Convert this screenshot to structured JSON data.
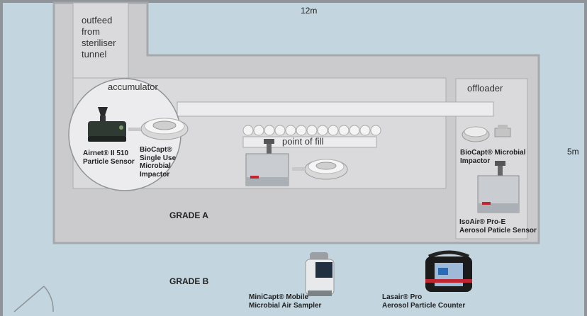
{
  "dimensions": {
    "width_label": "12m",
    "height_label": "5m"
  },
  "zones": {
    "grade_a": "GRADE A",
    "grade_b": "GRADE B",
    "outfeed": [
      "outfeed",
      "from",
      "steriliser",
      "tunnel"
    ],
    "accumulator": "accumulator",
    "offloader": "offloader",
    "point_of_fill": "point of fill"
  },
  "devices": {
    "airnet": [
      "Airnet® II 510",
      "Particle Sensor"
    ],
    "biocapt_single": [
      "BioCapt®",
      "Single Use",
      "Microbial",
      "Impactor"
    ],
    "biocapt_microbial": [
      "BioCapt® Microbial",
      "Impactor"
    ],
    "isoair": [
      "IsoAir® Pro-E",
      "Aerosol Paticle Sensor"
    ],
    "minicapt": [
      "MiniCapt® Mobile",
      "Microbial Air Sampler"
    ],
    "lasair": [
      "Lasair® Pro",
      "Aerosol Particle Counter"
    ]
  },
  "colors": {
    "grade_b_bg": "#c3d5df",
    "grade_a_bg": "#cbcbcd",
    "inner_bg": "#dadadc",
    "wall": "#8f9499"
  }
}
